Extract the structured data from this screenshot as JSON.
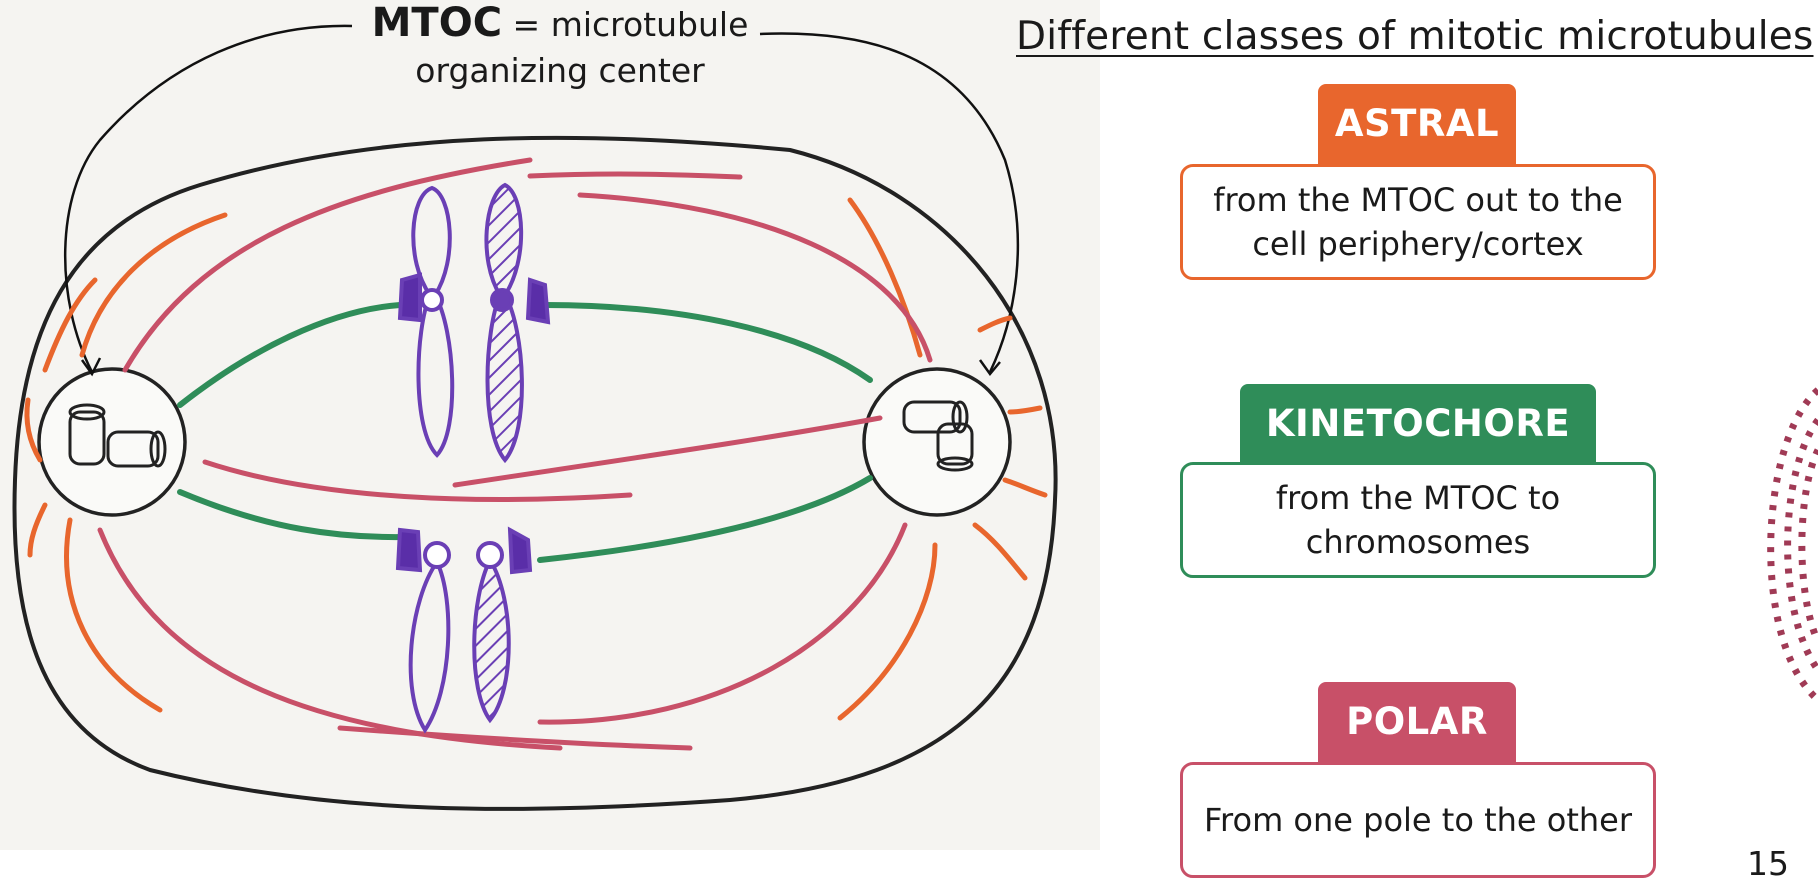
{
  "title": "Different classes of mitotic microtubules",
  "mtoc": {
    "abbr": "MTOC",
    "rest": " = microtubule",
    "line2": "organizing center"
  },
  "classes": [
    {
      "name": "ASTRAL",
      "description": "from the MTOC out to the cell periphery/cortex",
      "color": "#e8662d"
    },
    {
      "name": "KINETOCHORE",
      "description": "from the MTOC to chromosomes",
      "color": "#2f8d59"
    },
    {
      "name": "POLAR",
      "description": "From one pole to the other",
      "color": "#c85068"
    }
  ],
  "page_number": "15",
  "colors": {
    "astral": "#e8662d",
    "kinetochore": "#2f8d59",
    "polar": "#c85068",
    "chromosome": "#6a3fb5",
    "outline": "#222222"
  }
}
